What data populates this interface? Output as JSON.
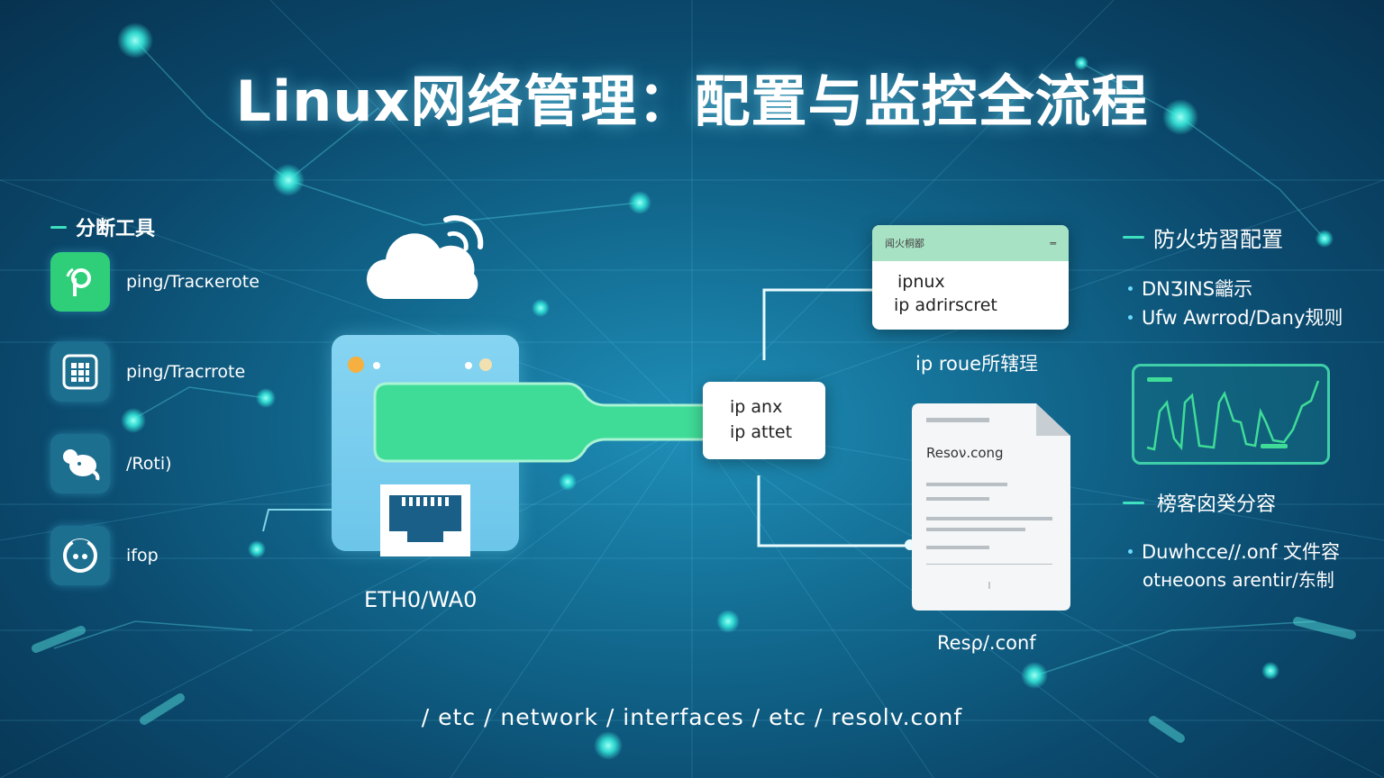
{
  "title": "Linux网络管理：配置与监控全流程",
  "left_section": {
    "heading": "分断工具",
    "tools": [
      {
        "label": "ping/Tracкerote",
        "icon": "p-logo-icon"
      },
      {
        "label": "ping/Tracrrote",
        "icon": "grid-app-icon"
      },
      {
        "label": "/Roti)",
        "icon": "elephant-icon"
      },
      {
        "label": "ifop",
        "icon": "circle-dots-icon"
      }
    ]
  },
  "device": {
    "label": "ETH0/WA0"
  },
  "mid_box": {
    "line1": "ip anx",
    "line2": "ip attet"
  },
  "top_card": {
    "header": "闻火桐鄙",
    "line1": "ipnux",
    "line2": "ip adrirscret",
    "caption": "ip roue所辖珵"
  },
  "doc_card": {
    "title": "Resoν.cong",
    "caption": "Resρ/.conf"
  },
  "right_section": {
    "heading1": "防火坊習配置",
    "bullets1": [
      "DNƷINS龤示",
      "Ufw Awrrod/Dany规则"
    ],
    "heading2": "榜客囟癸分容",
    "bullets2": [
      "Duwhcce//.onf 文件容",
      "otнeoons arentir/东制"
    ]
  },
  "footer_path": "/ etc / network / interfaces / etc / resolv.conf",
  "colors": {
    "accent_green": "#3ee0a0",
    "glow_cyan": "#37f0e0",
    "device_blue": "#7fd0f0"
  }
}
